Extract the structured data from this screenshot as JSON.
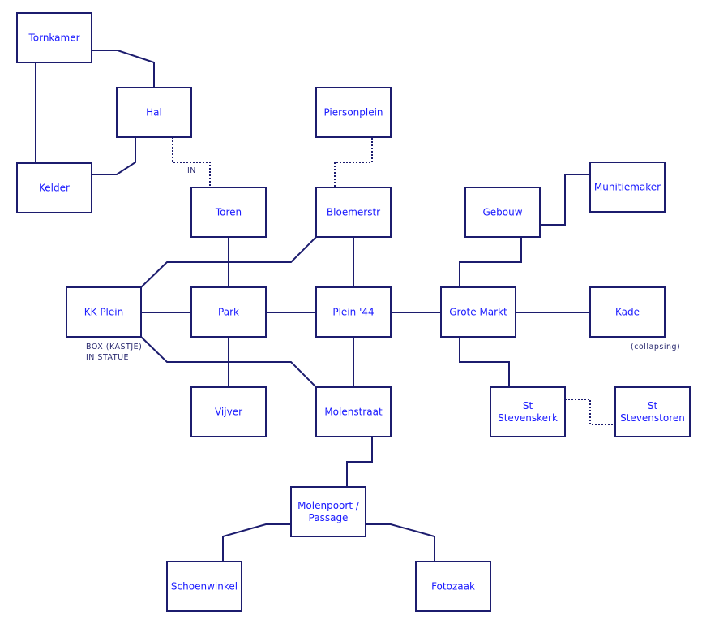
{
  "colors": {
    "line": "#1c1c6e",
    "text": "#1a1aff",
    "note": "#2a2a70"
  },
  "nodes": [
    {
      "id": "tornkamer",
      "label": [
        "Tornkamer"
      ]
    },
    {
      "id": "hal",
      "label": [
        "Hal"
      ]
    },
    {
      "id": "kelder",
      "label": [
        "Kelder"
      ]
    },
    {
      "id": "piersonplein",
      "label": [
        "Piersonplein"
      ]
    },
    {
      "id": "toren",
      "label": [
        "Toren"
      ]
    },
    {
      "id": "bloemerstr",
      "label": [
        "Bloemerstr"
      ]
    },
    {
      "id": "gebouw",
      "label": [
        "Gebouw"
      ]
    },
    {
      "id": "munitiemaker",
      "label": [
        "Munitiemaker"
      ]
    },
    {
      "id": "kk-plein",
      "label": [
        "KK Plein"
      ]
    },
    {
      "id": "park",
      "label": [
        "Park"
      ]
    },
    {
      "id": "plein-44",
      "label": [
        "Plein '44"
      ]
    },
    {
      "id": "grote-markt",
      "label": [
        "Grote Markt"
      ]
    },
    {
      "id": "kade",
      "label": [
        "Kade"
      ]
    },
    {
      "id": "vijver",
      "label": [
        "Vijver"
      ]
    },
    {
      "id": "molenstraat",
      "label": [
        "Molenstraat"
      ]
    },
    {
      "id": "st-stevenskerk",
      "label": [
        "St",
        "Stevenskerk"
      ]
    },
    {
      "id": "st-stevenstoren",
      "label": [
        "St",
        "Stevenstoren"
      ]
    },
    {
      "id": "molenpoort",
      "label": [
        "Molenpoort /",
        "Passage"
      ]
    },
    {
      "id": "schoenwinkel",
      "label": [
        "Schoenwinkel"
      ]
    },
    {
      "id": "fotozaak",
      "label": [
        "Fotozaak"
      ]
    }
  ],
  "edges": [
    {
      "from": "tornkamer",
      "to": "hal",
      "style": "solid"
    },
    {
      "from": "tornkamer",
      "to": "kelder",
      "style": "solid"
    },
    {
      "from": "hal",
      "to": "kelder",
      "style": "solid"
    },
    {
      "from": "hal",
      "to": "toren",
      "style": "dotted",
      "label": "IN"
    },
    {
      "from": "piersonplein",
      "to": "bloemerstr",
      "style": "dotted"
    },
    {
      "from": "toren",
      "to": "park",
      "style": "solid"
    },
    {
      "from": "bloemerstr",
      "to": "kk-plein",
      "style": "solid"
    },
    {
      "from": "bloemerstr",
      "to": "plein-44",
      "style": "solid"
    },
    {
      "from": "kk-plein",
      "to": "park",
      "style": "solid"
    },
    {
      "from": "park",
      "to": "plein-44",
      "style": "solid"
    },
    {
      "from": "plein-44",
      "to": "grote-markt",
      "style": "solid"
    },
    {
      "from": "grote-markt",
      "to": "kade",
      "style": "solid"
    },
    {
      "from": "gebouw",
      "to": "munitiemaker",
      "style": "solid"
    },
    {
      "from": "gebouw",
      "to": "grote-markt",
      "style": "solid"
    },
    {
      "from": "kk-plein",
      "to": "molenstraat",
      "style": "solid"
    },
    {
      "from": "park",
      "to": "vijver",
      "style": "solid"
    },
    {
      "from": "plein-44",
      "to": "molenstraat",
      "style": "solid"
    },
    {
      "from": "grote-markt",
      "to": "st-stevenskerk",
      "style": "solid"
    },
    {
      "from": "st-stevenskerk",
      "to": "st-stevenstoren",
      "style": "dotted"
    },
    {
      "from": "molenstraat",
      "to": "molenpoort",
      "style": "solid"
    },
    {
      "from": "molenpoort",
      "to": "schoenwinkel",
      "style": "solid"
    },
    {
      "from": "molenpoort",
      "to": "fotozaak",
      "style": "solid"
    }
  ],
  "annotations": {
    "kk_plein_note": [
      "BOX (KASTJE)",
      "IN STATUE"
    ],
    "kade_note": "(collapsing)"
  }
}
